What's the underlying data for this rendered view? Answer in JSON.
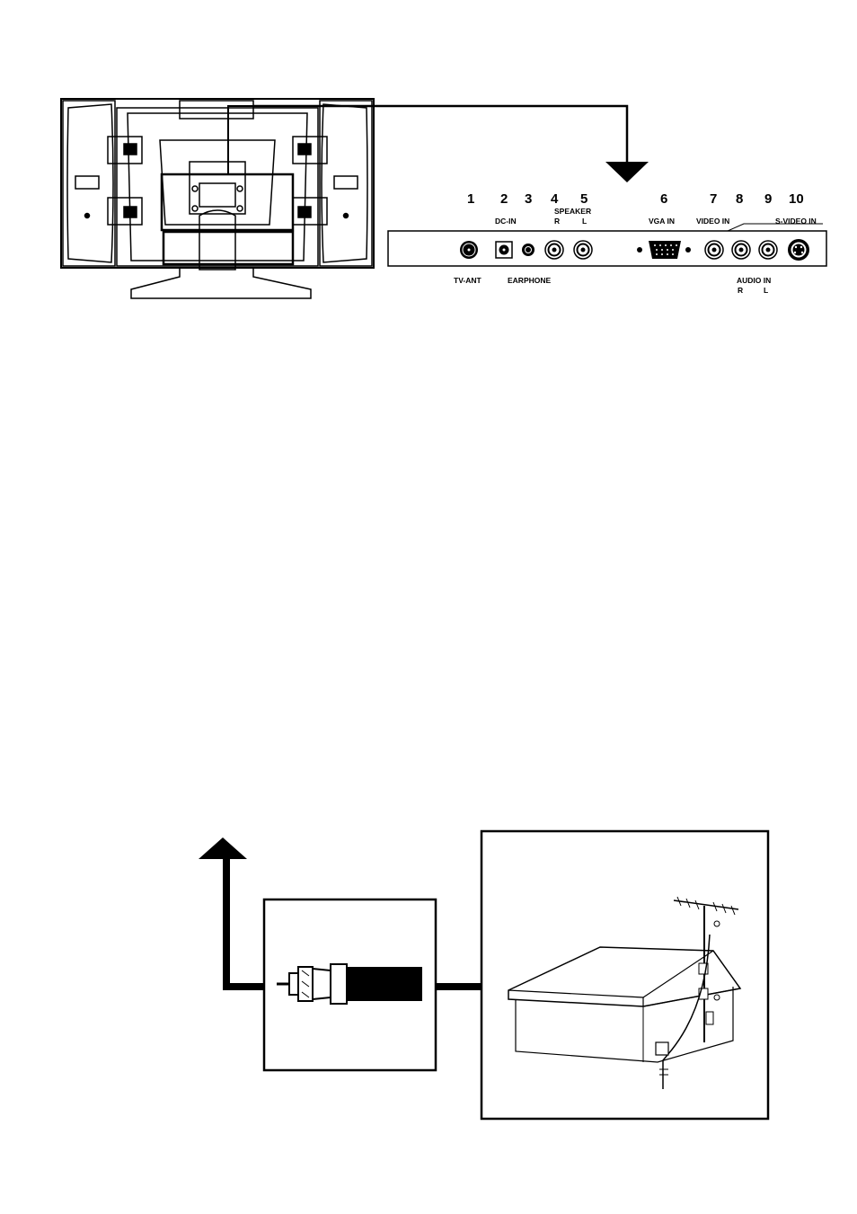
{
  "port_numbers": [
    "1",
    "2",
    "3",
    "4",
    "5",
    "6",
    "7",
    "8",
    "9",
    "10"
  ],
  "labels": {
    "dc_in": "DC-IN",
    "speaker": "SPEAKER",
    "speaker_r": "R",
    "speaker_l": "L",
    "vga_in": "VGA IN",
    "video_in": "VIDEO IN",
    "s_video_in": "S-VIDEO IN",
    "tv_ant": "TV-ANT",
    "earphone": "EARPHONE",
    "audio_in": "AUDIO IN",
    "audio_r": "R",
    "audio_l": "L"
  },
  "colors": {
    "ink": "#000000",
    "paper": "#ffffff",
    "shade": "#d9d9d9"
  }
}
